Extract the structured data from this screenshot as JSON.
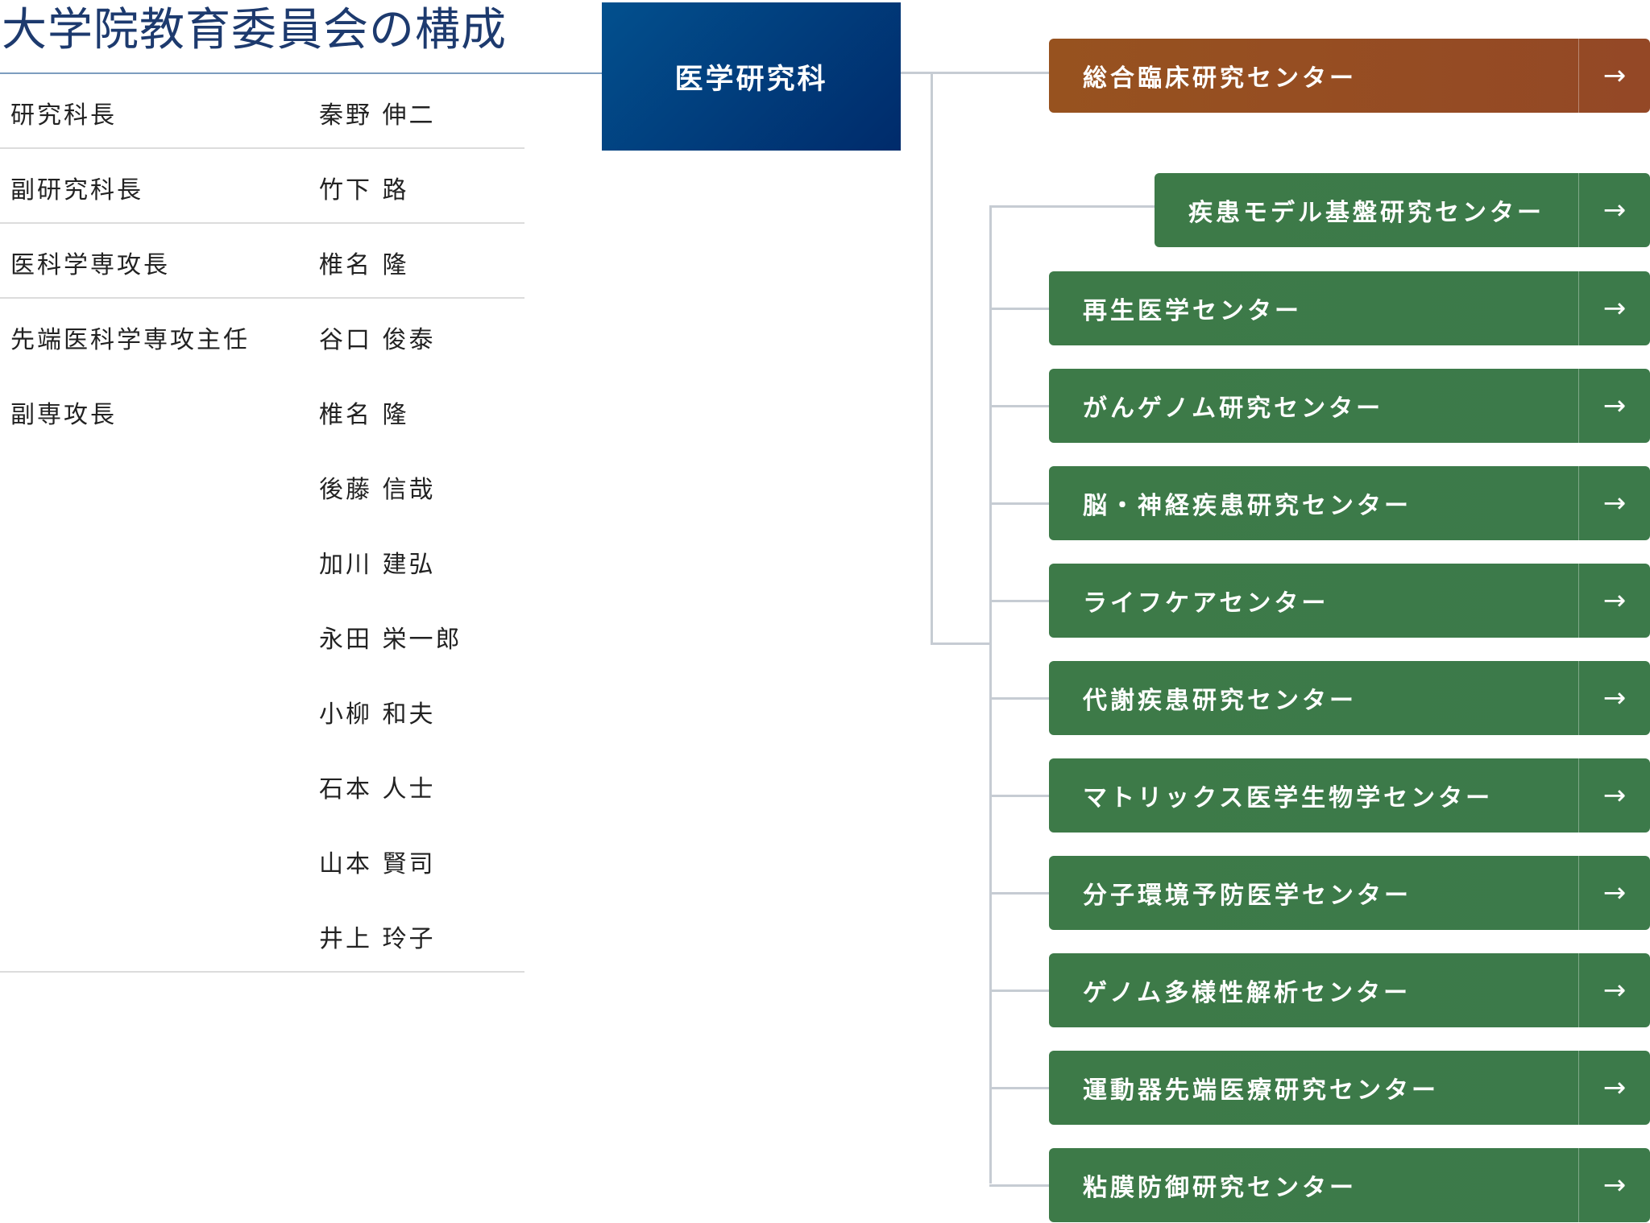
{
  "title": "大学院教育委員会の構成",
  "committee": [
    {
      "role": "研究科長",
      "name": "秦野 伸二"
    },
    {
      "role": "副研究科長",
      "name": "竹下 路"
    },
    {
      "role": "医科学専攻長",
      "name": "椎名 隆"
    },
    {
      "role": "先端医科学専攻主任",
      "name": "谷口 俊泰"
    },
    {
      "role": "副専攻長",
      "name": "椎名 隆"
    },
    {
      "role": "",
      "name": "後藤 信哉"
    },
    {
      "role": "",
      "name": "加川 建弘"
    },
    {
      "role": "",
      "name": "永田 栄一郎"
    },
    {
      "role": "",
      "name": "小柳 和夫"
    },
    {
      "role": "",
      "name": "石本 人士"
    },
    {
      "role": "",
      "name": "山本 賢司"
    },
    {
      "role": "",
      "name": "井上 玲子"
    }
  ],
  "department": "医学研究科",
  "arrow": "→",
  "featured_center": "総合臨床研究センター",
  "model_center": "疾患モデル基盤研究センター",
  "centers": [
    "再生医学センター",
    "がんゲノム研究センター",
    "脳・神経疾患研究センター",
    "ライフケアセンター",
    "代謝疾患研究センター",
    "マトリックス医学生物学センター",
    "分子環境予防医学センター",
    "ゲノム多様性解析センター",
    "運動器先端医療研究センター",
    "粘膜防御研究センター"
  ],
  "colors": {
    "green": "#3d7a48",
    "orange": "#97521f",
    "navy": "#002b6b"
  }
}
